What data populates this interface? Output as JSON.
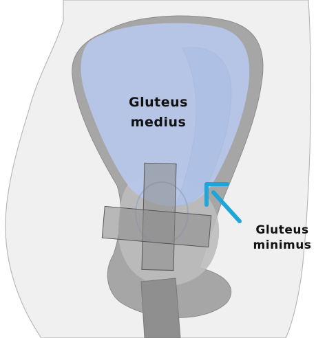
{
  "labels": {
    "medius_line1": "Gluteus",
    "medius_line2": "medius",
    "minimus_line1": "Gluteus",
    "minimus_line2": "minimus"
  },
  "colors": {
    "background": "#ffffff",
    "body_fill": "#f0f0f0",
    "body_stroke": "#b8b8b8",
    "pelvis_dark": "#9a9a9a",
    "pelvis_mid": "#b4b4b4",
    "pelvis_light": "#c9c9c9",
    "muscle_blue": "#b7c8ea",
    "cross_fill": "#8a8a8a",
    "arrow": "#1ea6d8"
  },
  "icons": {
    "pointer": "arrow-pointer-icon"
  }
}
